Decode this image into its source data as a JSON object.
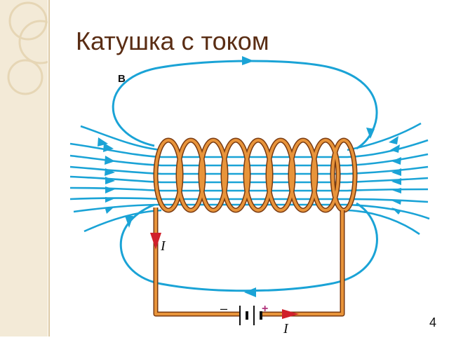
{
  "slide": {
    "title": "Катушка с током",
    "page_number": "4"
  },
  "diagram": {
    "field_label": "B",
    "current_label_top": "I",
    "current_label_bottom": "I",
    "battery_minus": "–",
    "battery_plus": "+"
  },
  "colors": {
    "field_lines": "#1aa3d6",
    "wire": "#d9822b",
    "current_arrow": "#d0202a",
    "title": "#5a2d14"
  },
  "icons": [
    "field-arrow-icon",
    "current-arrow-icon",
    "battery-icon"
  ]
}
